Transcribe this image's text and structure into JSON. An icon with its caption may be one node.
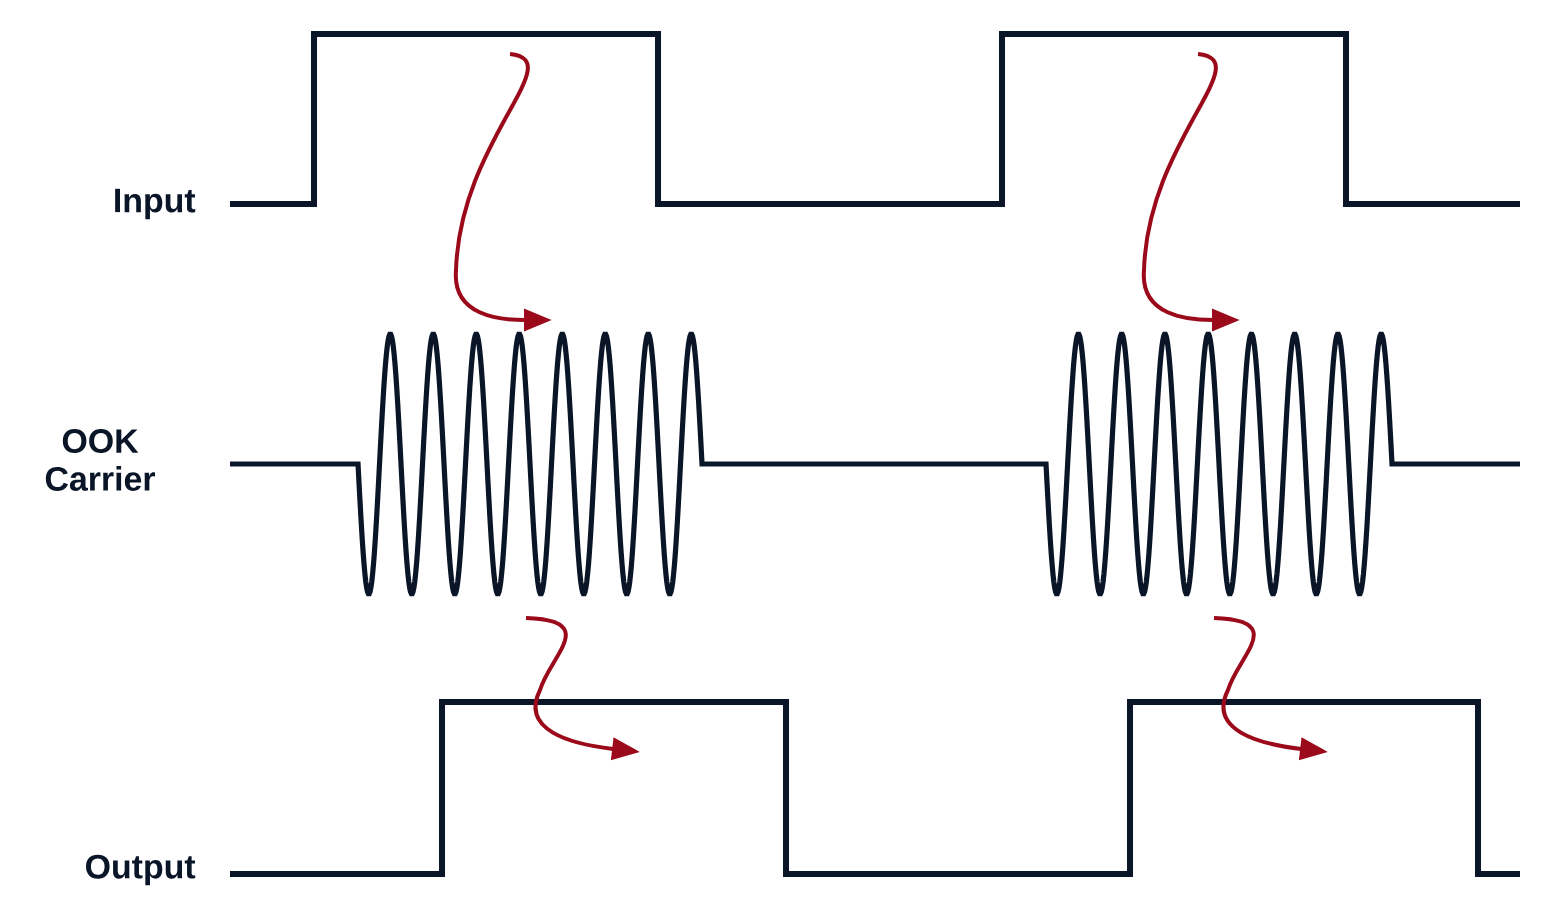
{
  "diagram": {
    "labels": [
      "Input",
      "OOK Carrier",
      "Output"
    ]
  }
}
